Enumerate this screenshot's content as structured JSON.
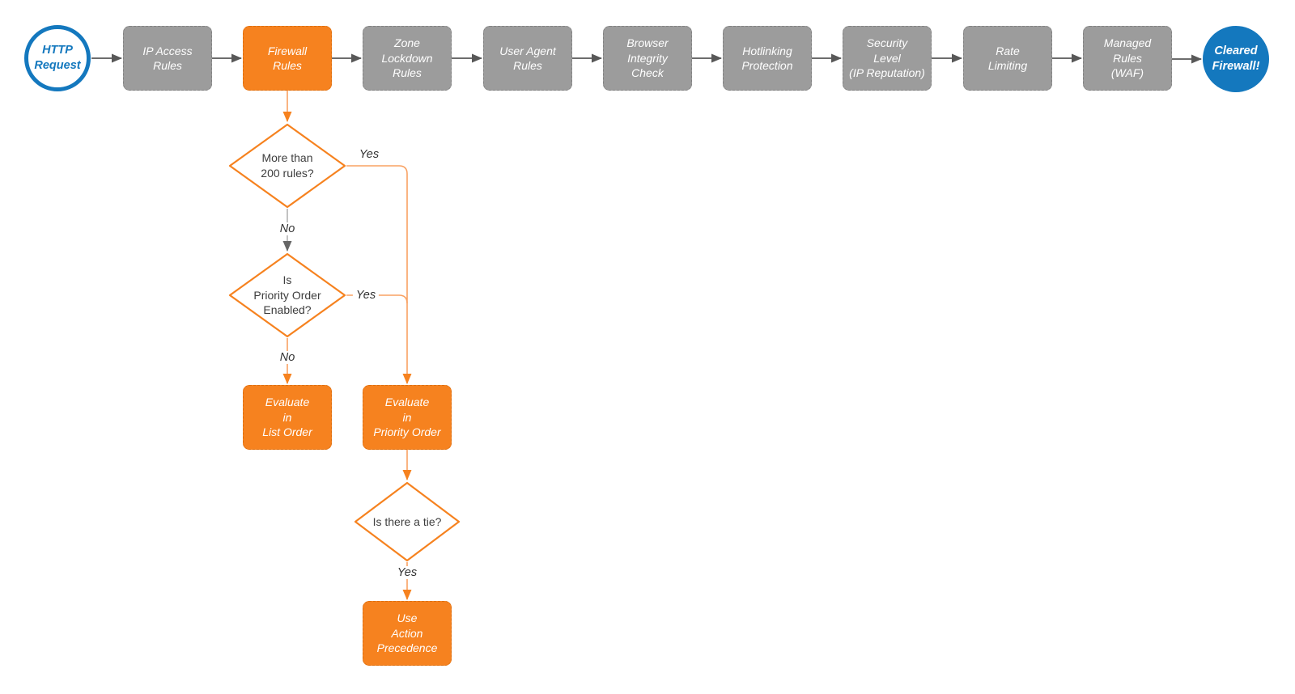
{
  "diagram": {
    "start": {
      "label": "HTTP\nRequest"
    },
    "end": {
      "label": "Cleared\nFirewall!"
    },
    "pipeline": [
      {
        "label": "IP Access\nRules"
      },
      {
        "label": "Firewall\nRules"
      },
      {
        "label": "Zone\nLockdown\nRules"
      },
      {
        "label": "User Agent\nRules"
      },
      {
        "label": "Browser\nIntegrity\nCheck"
      },
      {
        "label": "Hotlinking\nProtection"
      },
      {
        "label": "Security\nLevel\n(IP Reputation)"
      },
      {
        "label": "Rate\nLimiting"
      },
      {
        "label": "Managed\nRules\n(WAF)"
      }
    ],
    "decisions": [
      {
        "label": "More than\n200 rules?",
        "yes": "Yes",
        "no": "No"
      },
      {
        "label": "Is\nPriority Order\nEnabled?",
        "yes": "Yes",
        "no": "No"
      },
      {
        "label": "Is there a tie?",
        "yes": "Yes"
      }
    ],
    "actions": [
      {
        "label": "Evaluate\nin\nList Order"
      },
      {
        "label": "Evaluate\nin\nPriority Order"
      },
      {
        "label": "Use\nAction\nPrecedence"
      }
    ],
    "colors": {
      "orange": "#F6821F",
      "orange_line": "#F9A263",
      "blue": "#1478BE",
      "gray_node": "#9C9C9C",
      "dark_arrow": "#585858",
      "gray_line": "#B3B3B3"
    }
  }
}
